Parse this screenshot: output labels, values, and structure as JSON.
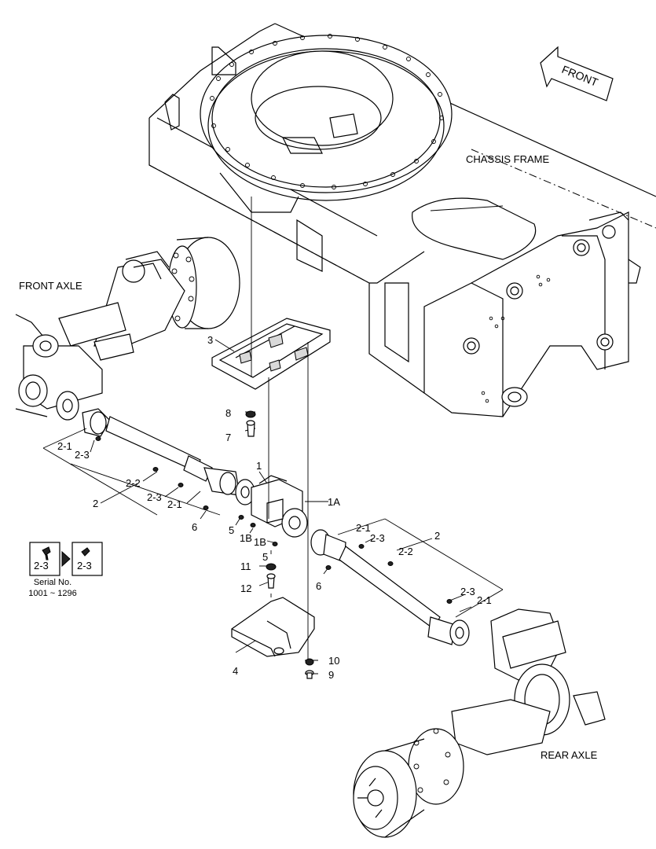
{
  "labels": {
    "front": "FRONT",
    "chassis_frame": "CHASSIS FRAME",
    "front_axle": "FRONT AXLE",
    "rear_axle": "REAR AXLE"
  },
  "callouts": {
    "c3": "3",
    "c8": "8",
    "c7": "7",
    "c2_1_left": "2-1",
    "c2_3_left": "2-3",
    "c2_2_left": "2-2",
    "c2_3_mid": "2-3",
    "c2_1_mid": "2-1",
    "c2_left": "2",
    "c6_left": "6",
    "c1": "1",
    "c1a": "1A",
    "c5_upper": "5",
    "c1b_upper": "1B",
    "c1b_lower": "1B",
    "c5_lower": "5",
    "c11": "11",
    "c12": "12",
    "c2_1_right": "2-1",
    "c2_3_right": "2-3",
    "c2_right": "2",
    "c2_2_right": "2-2",
    "c6_right": "6",
    "c2_3_low": "2-3",
    "c2_1_low": "2-1",
    "c4": "4",
    "c10": "10",
    "c9": "9"
  },
  "legend": {
    "from_label": "2-3",
    "to_label": "2-3",
    "serial_title": "Serial No.",
    "serial_range": "1001 ~ 1296"
  }
}
